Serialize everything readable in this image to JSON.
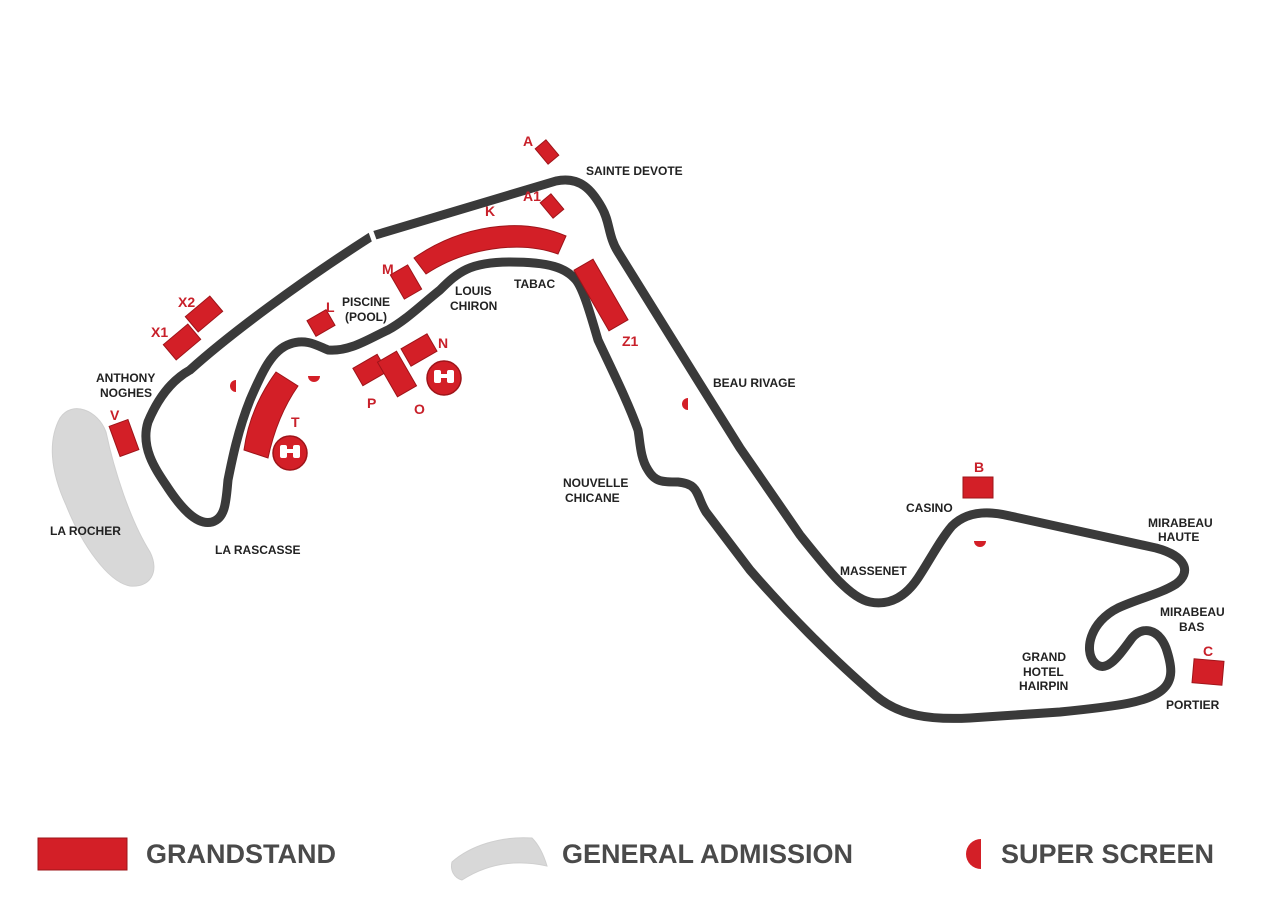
{
  "colors": {
    "track": "#3a3a3a",
    "grandstand": "#d31f27",
    "grandstand_stroke": "#9e1419",
    "general_admission": "#d8d8d8",
    "label_dark": "#222222",
    "label_red": "#c8202a",
    "legend_text": "#4a4a4a"
  },
  "corners": {
    "sainte_devote": "SAINTE DEVOTE",
    "tabac": "TABAC",
    "louis_chiron_1": "LOUIS",
    "louis_chiron_2": "CHIRON",
    "piscine_1": "PISCINE",
    "piscine_2": "(POOL)",
    "beau_rivage": "BEAU RIVAGE",
    "anthony_noghes_1": "ANTHONY",
    "anthony_noghes_2": "NOGHES",
    "la_rocher": "LA ROCHER",
    "la_rascasse": "LA RASCASSE",
    "nouvelle_chicane_1": "NOUVELLE",
    "nouvelle_chicane_2": "CHICANE",
    "casino": "CASINO",
    "massenet": "MASSENET",
    "mirabeau_haute_1": "MIRABEAU",
    "mirabeau_haute_2": "HAUTE",
    "mirabeau_bas_1": "MIRABEAU",
    "mirabeau_bas_2": "BAS",
    "grand_hotel_1": "GRAND",
    "grand_hotel_2": "HOTEL",
    "grand_hotel_3": "HAIRPIN",
    "portier": "PORTIER"
  },
  "grandstands": {
    "A": "A",
    "A1": "A1",
    "K": "K",
    "M": "M",
    "L": "L",
    "X1": "X1",
    "X2": "X2",
    "V": "V",
    "T": "T",
    "N": "N",
    "O": "O",
    "P": "P",
    "Z1": "Z1",
    "B": "B",
    "C": "C"
  },
  "icons": {
    "binoculars_1": "binoculars-icon",
    "binoculars_2": "binoculars-icon"
  },
  "legend": {
    "grandstand": "GRANDSTAND",
    "general_admission": "GENERAL ADMISSION",
    "super_screen": "SUPER SCREEN"
  }
}
